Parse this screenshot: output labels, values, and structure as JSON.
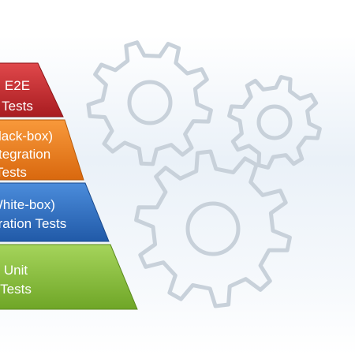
{
  "pyramid": {
    "tiers": [
      {
        "lines": [
          "E2E",
          "Tests"
        ],
        "color": "#c62a2e"
      },
      {
        "lines": [
          "(Black-box)",
          "Integration",
          "Tests"
        ],
        "color": "#ee7d1c"
      },
      {
        "lines": [
          "(White-box)",
          "Integration Tests"
        ],
        "color": "#2f72c6"
      },
      {
        "lines": [
          "Unit",
          "Tests"
        ],
        "color": "#8cc13c"
      }
    ]
  },
  "background": {
    "gear_icons": [
      "gear-icon",
      "gear-icon",
      "gear-icon"
    ],
    "gear_color": "#c8d1da"
  }
}
